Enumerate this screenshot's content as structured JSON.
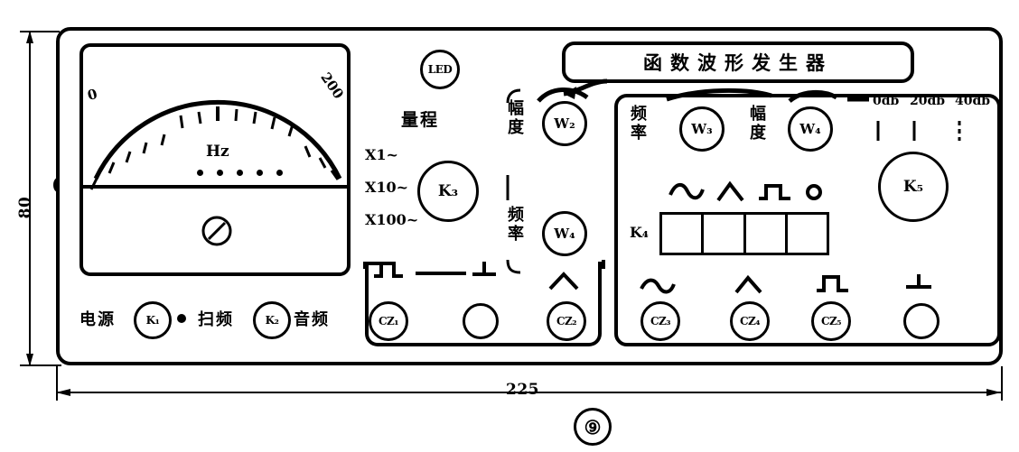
{
  "figure": {
    "number": "⑨",
    "width_dim": "225",
    "height_dim": "80"
  },
  "title": {
    "text": "函数波形发生器"
  },
  "meter": {
    "scale_min": "0",
    "scale_max": "200",
    "unit": "Hz",
    "screw_name": "adjust-screw"
  },
  "indicators": {
    "led": "LED"
  },
  "left_panel": {
    "range_label": "量程",
    "range_options": [
      "X1~",
      "X10~",
      "X100~"
    ],
    "range_knob": "K₃",
    "amplitude_label": "幅度",
    "frequency_label": "频率",
    "amplitude_pot": "W₂",
    "frequency_pot": "W₄",
    "power_label": "电源",
    "power_switch": "K₁",
    "sweep_label": "扫频",
    "sweep_switch": "K₂",
    "audio_label": "音频",
    "jacks": [
      {
        "name": "CZ₁",
        "wave": "square"
      },
      {
        "name": "",
        "wave": "ground"
      },
      {
        "name": "CZ₂",
        "wave": "triangle"
      }
    ]
  },
  "right_panel": {
    "frequency_label": "频率",
    "frequency_pot": "W₃",
    "amplitude_label": "幅度",
    "amplitude_pot": "W₄",
    "attenuator_labels": [
      "0db",
      "20db",
      "40db"
    ],
    "attenuator_knob": "K₅",
    "waveform_selector": "K₄",
    "waveform_symbols": [
      "sine",
      "triangle",
      "square",
      "off"
    ],
    "jacks": [
      {
        "name": "CZ₃",
        "wave": "sine"
      },
      {
        "name": "CZ₄",
        "wave": "triangle"
      },
      {
        "name": "CZ₅",
        "wave": "square"
      },
      {
        "name": "",
        "wave": "ground"
      }
    ]
  }
}
